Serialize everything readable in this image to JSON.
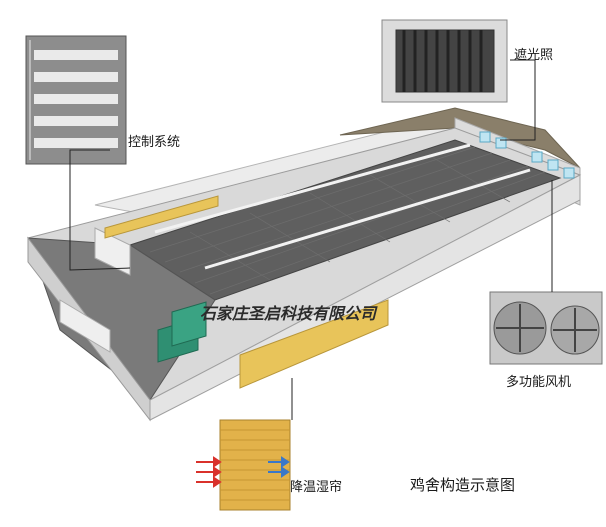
{
  "labels": {
    "control_system": "控制系统",
    "light_trap": "遮光照",
    "multi_fan": "多功能风机",
    "cooling_pad": "降温湿帘"
  },
  "caption": "鸡舍构造示意图",
  "watermark": "石家庄圣启科技有限公司",
  "colors": {
    "floor": "#5f5f5f",
    "wall": "#e9e9e9",
    "roof": "#8a7f6a",
    "pad": "#e8c45a",
    "equipment": "#2f8f72"
  }
}
